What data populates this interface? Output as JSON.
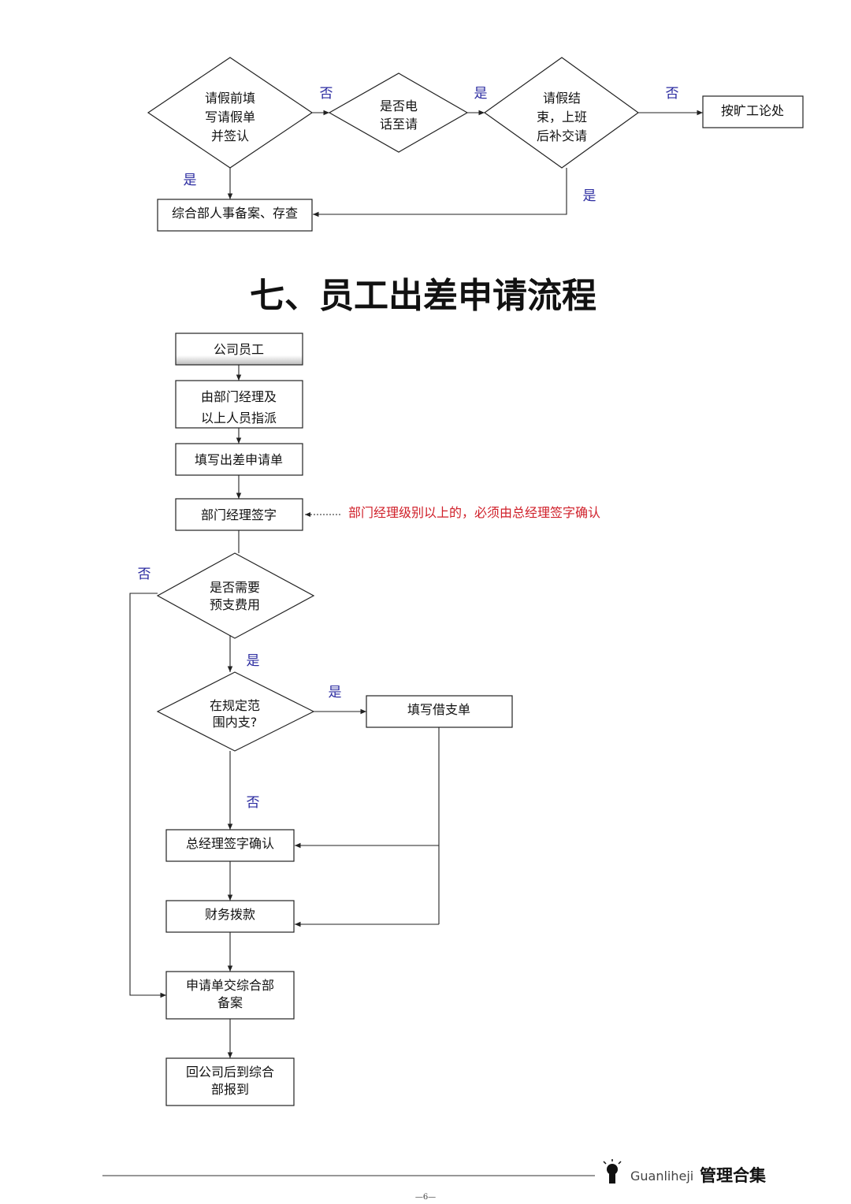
{
  "leave_flow": {
    "d1": [
      "请假前填",
      "写请假单",
      "并签认"
    ],
    "d2": [
      "是否电",
      "话至请"
    ],
    "d3": [
      "请假结",
      "束，上班",
      "后补交请"
    ],
    "box_absent": "按旷工论处",
    "box_record": "综合部人事备案、存查",
    "labels": {
      "no1": "否",
      "yes1": "是",
      "no2": "否",
      "yes_down": "是",
      "yes_back": "是"
    }
  },
  "section_title": "七、员工出差申请流程",
  "trip_flow": {
    "b1": "公司员工",
    "b2": [
      "由部门经理及",
      "以上人员指派"
    ],
    "b3": "填写出差申请单",
    "b4": "部门经理签字",
    "note": "部门经理级别以上的，必须由总经理签字确认",
    "d1": [
      "是否需要",
      "预支费用"
    ],
    "d2": [
      "在规定范",
      "围内支?"
    ],
    "loan": "填写借支单",
    "gm": "总经理签字确认",
    "finance": "财务拨款",
    "submit": [
      "申请单交综合部",
      "备案"
    ],
    "report": [
      "回公司后到综合",
      "部报到"
    ],
    "labels": {
      "no_left": "否",
      "yes_d1": "是",
      "yes_d2": "是",
      "no_d2": "否"
    }
  },
  "footer": {
    "brand": "Guanliheji",
    "brand_cn": "管理合集",
    "page": "—6—"
  },
  "colors": {
    "label_blue": "#2b2ba0",
    "note_red": "#d0202a"
  }
}
